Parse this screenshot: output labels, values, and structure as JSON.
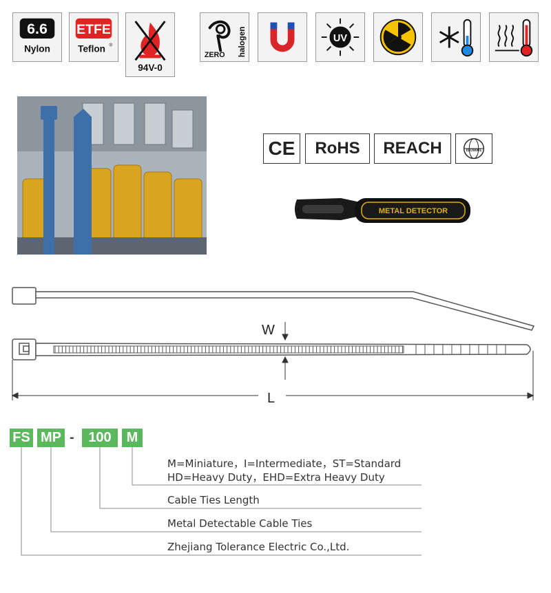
{
  "badges": {
    "nylon": {
      "value": "6.6",
      "label": "Nylon"
    },
    "etfe": {
      "value": "ETFE",
      "label": "Teflon",
      "mark": "®"
    },
    "flame": {
      "label": "94V-0"
    },
    "halogen": {
      "zero": "ZERO",
      "label": "halogen"
    },
    "uv": {
      "label": "UV"
    }
  },
  "certifications": {
    "ce": "CE",
    "rohs": "RoHS",
    "reach": "REACH",
    "iso": "ISO9001"
  },
  "detector": {
    "label": "METAL DETECTOR"
  },
  "dimensions": {
    "width_label": "W",
    "length_label": "L"
  },
  "part_code": {
    "segments": [
      "FS",
      "MP",
      "100",
      "M"
    ],
    "separator": "-"
  },
  "legend": {
    "size_line1": "M=Miniature，I=Intermediate，ST=Standard",
    "size_line2": "HD=Heavy Duty，EHD=Extra Heavy Duty",
    "length": "Cable Ties Length",
    "type": "Metal Detectable Cable Ties",
    "company": "Zhejiang Tolerance Electric Co.,Ltd."
  },
  "colors": {
    "code_green": "#5cb85c",
    "etfe_red": "#e02424",
    "tie_blue": "#3f6fa8",
    "radiation_yellow": "#f5c400"
  }
}
